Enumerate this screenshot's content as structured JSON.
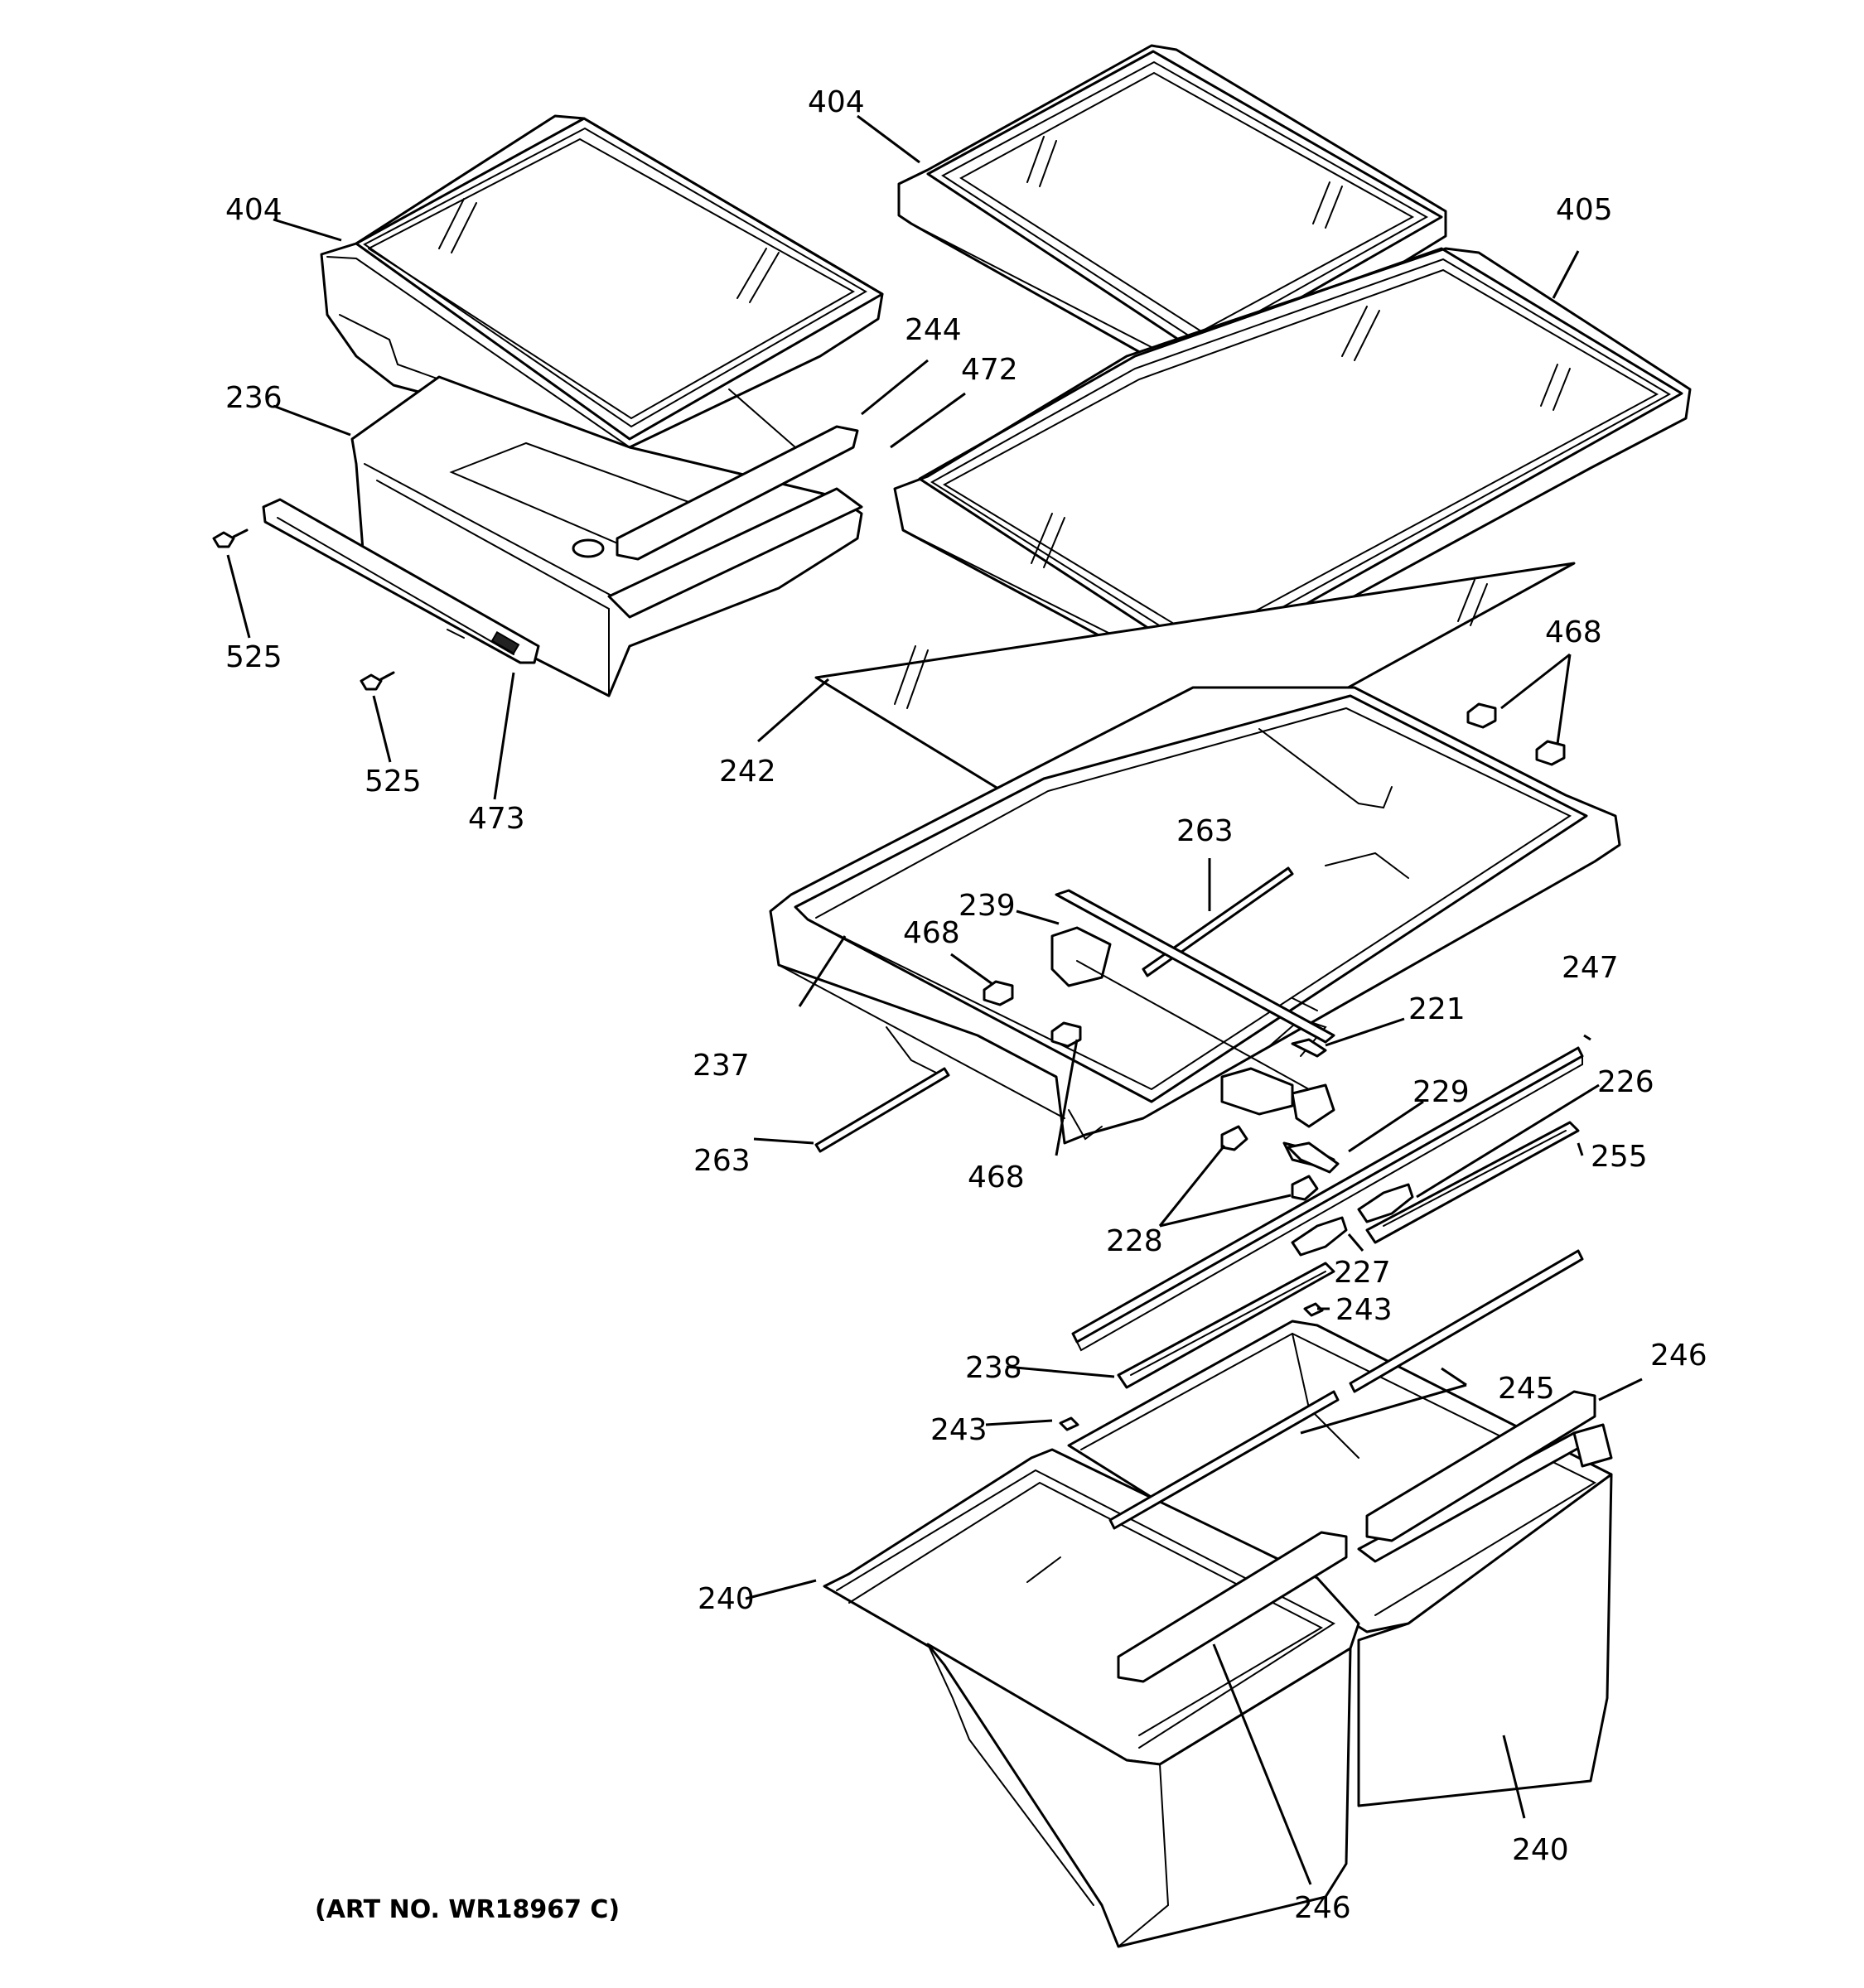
{
  "art_number": "(ART NO. WR18967 C)",
  "callouts": [
    {
      "id": "c404a",
      "text": "404"
    },
    {
      "id": "c404b",
      "text": "404"
    },
    {
      "id": "c405",
      "text": "405"
    },
    {
      "id": "c244",
      "text": "244"
    },
    {
      "id": "c472",
      "text": "472"
    },
    {
      "id": "c236",
      "text": "236"
    },
    {
      "id": "c525a",
      "text": "525"
    },
    {
      "id": "c525b",
      "text": "525"
    },
    {
      "id": "c473",
      "text": "473"
    },
    {
      "id": "c242",
      "text": "242"
    },
    {
      "id": "c468a",
      "text": "468"
    },
    {
      "id": "c263a",
      "text": "263"
    },
    {
      "id": "c239",
      "text": "239"
    },
    {
      "id": "c468b",
      "text": "468"
    },
    {
      "id": "c247",
      "text": "247"
    },
    {
      "id": "c221",
      "text": "221"
    },
    {
      "id": "c237",
      "text": "237"
    },
    {
      "id": "c229",
      "text": "229"
    },
    {
      "id": "c226",
      "text": "226"
    },
    {
      "id": "c263b",
      "text": "263"
    },
    {
      "id": "c468c",
      "text": "468"
    },
    {
      "id": "c255",
      "text": "255"
    },
    {
      "id": "c228",
      "text": "228"
    },
    {
      "id": "c227",
      "text": "227"
    },
    {
      "id": "c243a",
      "text": "243"
    },
    {
      "id": "c238",
      "text": "238"
    },
    {
      "id": "c246a",
      "text": "246"
    },
    {
      "id": "c245",
      "text": "245"
    },
    {
      "id": "c243b",
      "text": "243"
    },
    {
      "id": "c240a",
      "text": "240"
    },
    {
      "id": "c240b",
      "text": "240"
    },
    {
      "id": "c246b",
      "text": "246"
    }
  ]
}
